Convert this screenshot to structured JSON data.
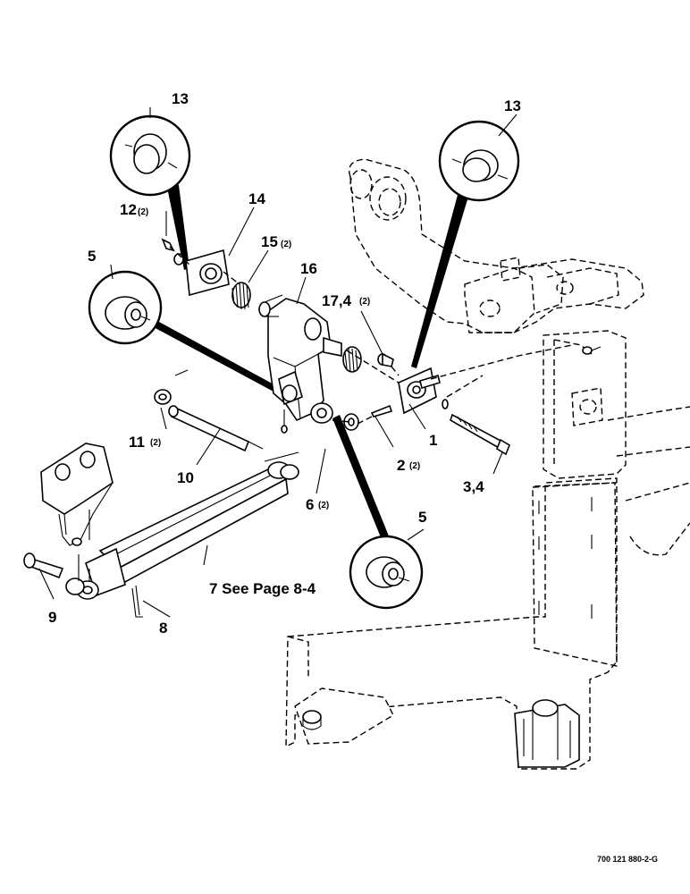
{
  "labels": {
    "p1": "1",
    "p2": "2",
    "p2_qty": "(2)",
    "p3_4": "3,4",
    "p5_left": "5",
    "p5_bottom": "5",
    "p6": "6",
    "p6_qty": "(2)",
    "p7": "7 See Page 8-4",
    "p8": "8",
    "p9": "9",
    "p10": "10",
    "p11": "11",
    "p11_qty": "(2)",
    "p12": "12",
    "p12_qty": "(2)",
    "p13_left": "13",
    "p13_right": "13",
    "p14": "14",
    "p15": "15",
    "p15_qty": "(2)",
    "p16": "16",
    "p17_4": "17,4",
    "p17_4_qty": "(2)"
  },
  "reference_number": "700 121 880-2-G"
}
